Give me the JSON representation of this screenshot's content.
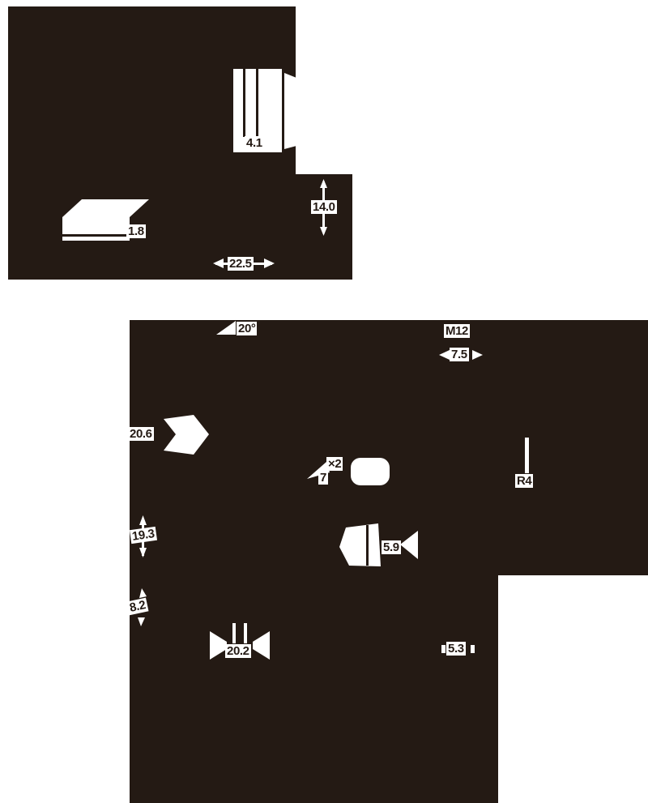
{
  "colors": {
    "ink": "#241a14",
    "paper": "#ffffff"
  },
  "labels": [
    {
      "id": "dim-4-1",
      "text": "4.1"
    },
    {
      "id": "dim-1-8",
      "text": "1.8"
    },
    {
      "id": "dim-14-0",
      "text": "14.0"
    },
    {
      "id": "dim-22-5",
      "text": "22.5"
    },
    {
      "id": "angle-20-deg",
      "text": "20°"
    },
    {
      "id": "thread-m12",
      "text": "M12"
    },
    {
      "id": "dim-7-5",
      "text": "7.5"
    },
    {
      "id": "dim-20-6",
      "text": "20.6"
    },
    {
      "id": "count-x2",
      "text": "×2"
    },
    {
      "id": "dim-7",
      "text": "7"
    },
    {
      "id": "radius-r4",
      "text": "R4"
    },
    {
      "id": "dim-19-3",
      "text": "19.3"
    },
    {
      "id": "dim-5-9",
      "text": "5.9"
    },
    {
      "id": "dim-8-2",
      "text": "8.2"
    },
    {
      "id": "dim-20-2",
      "text": "20.2"
    },
    {
      "id": "dim-5-3",
      "text": "5.3"
    }
  ]
}
